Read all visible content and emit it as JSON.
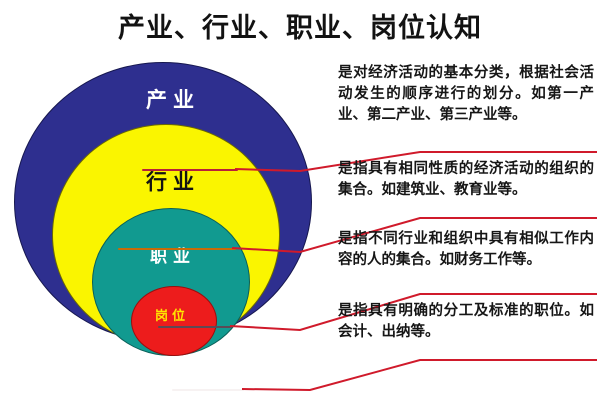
{
  "page": {
    "title": "产业、行业、职业、岗位认知",
    "background_color": "#ffffff"
  },
  "diagram": {
    "type": "nested-ellipse-venn",
    "layers": [
      {
        "key": "industry",
        "label": "产业",
        "fill_color": "#2E2F8F",
        "label_color": "#ffffff",
        "description": "是对经济活动的基本分类，根据社会活动发生的顺序进行的划分。如第一产业、第二产业、第三产业等。"
      },
      {
        "key": "sector",
        "label": "行业",
        "fill_color": "#FAF500",
        "label_color": "#131313",
        "description": "是指具有相同性质的经济活动的组织的集合。如建筑业、教育业等。"
      },
      {
        "key": "occupation",
        "label": "职业",
        "fill_color": "#119A90",
        "label_color": "#ffffff",
        "description": "是指不同行业和组织中具有相似工作内容的人的集合。如财务工作等。"
      },
      {
        "key": "post",
        "label": "岗位",
        "fill_color": "#ED1C1C",
        "label_color": "#FFE600",
        "description": "是指具有明确的分工及标准的职位。如会计、出纳等。"
      }
    ],
    "connector_color": "#D01A2B"
  }
}
